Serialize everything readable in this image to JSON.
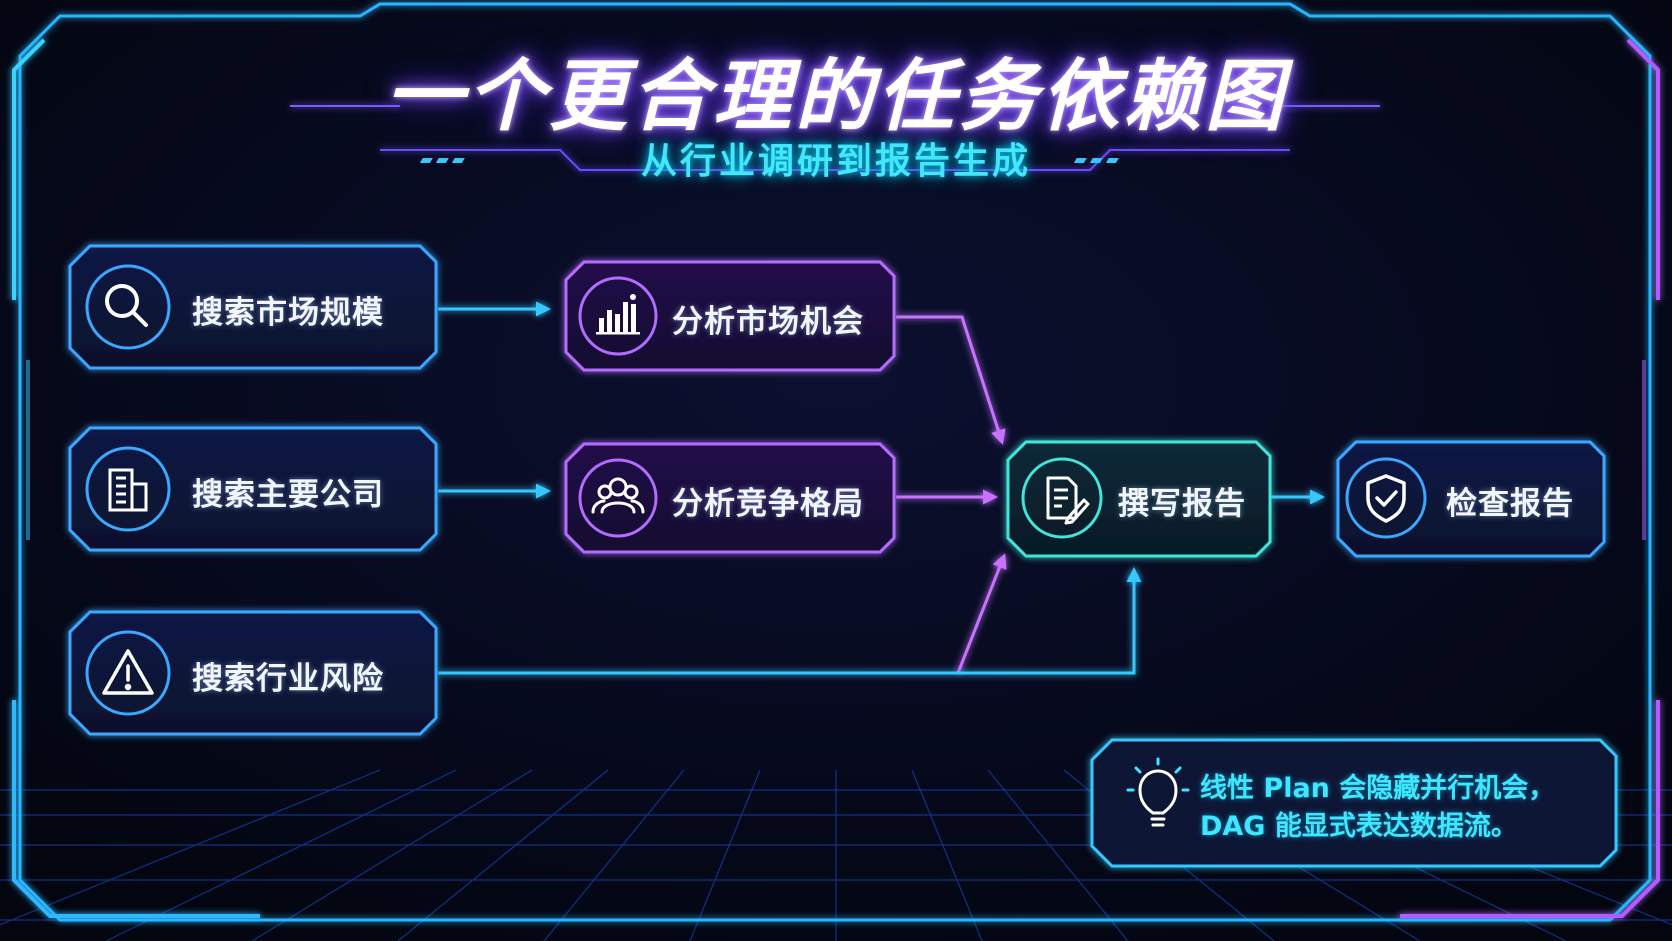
{
  "header": {
    "title": "一个更合理的任务依赖图",
    "subtitle": "从行业调研到报告生成"
  },
  "nodes": {
    "search_market_size": "搜索市场规模",
    "search_major_companies": "搜索主要公司",
    "search_industry_risk": "搜索行业风险",
    "analyze_market_opportunity": "分析市场机会",
    "analyze_competition": "分析竞争格局",
    "write_report": "撰写报告",
    "review_report": "检查报告"
  },
  "note": {
    "line1": "线性 Plan 会隐藏并行机会，",
    "line2": "DAG 能显式表达数据流。"
  },
  "colors": {
    "blue": "#3aa8ff",
    "purple": "#b46cff",
    "cyan": "#3fe6d9",
    "arrow_blue": "#35c8ff",
    "arrow_purple": "#c873ff"
  }
}
